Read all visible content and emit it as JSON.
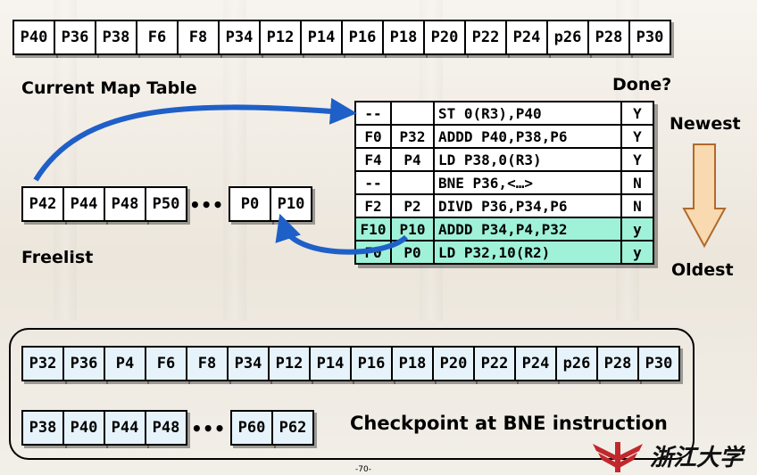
{
  "map_table": [
    "P40",
    "P36",
    "P38",
    "F6",
    "F8",
    "P34",
    "P12",
    "P14",
    "P16",
    "P18",
    "P20",
    "P22",
    "P24",
    "p26",
    "P28",
    "P30"
  ],
  "labels": {
    "current_map_table": "Current Map Table",
    "done": "Done?",
    "newest": "Newest",
    "oldest": "Oldest",
    "freelist": "Freelist",
    "checkpoint": "Checkpoint at BNE instruction",
    "page": "-70-"
  },
  "freelist": {
    "left": [
      "P42",
      "P44",
      "P48",
      "P50"
    ],
    "dots": "•••",
    "right": [
      "P0",
      "P10"
    ]
  },
  "rob": [
    {
      "c0": "--",
      "c1": "",
      "c2": "ST 0(R3),P40",
      "c3": "Y",
      "hl": false
    },
    {
      "c0": "F0",
      "c1": "P32",
      "c2": "ADDD P40,P38,P6",
      "c3": "Y",
      "hl": false
    },
    {
      "c0": "F4",
      "c1": "P4",
      "c2": "LD P38,0(R3)",
      "c3": "Y",
      "hl": false
    },
    {
      "c0": "--",
      "c1": "",
      "c2": "BNE P36,<…>",
      "c3": "N",
      "hl": false
    },
    {
      "c0": "F2",
      "c1": "P2",
      "c2": "DIVD P36,P34,P6",
      "c3": "N",
      "hl": false
    },
    {
      "c0": "F10",
      "c1": "P10",
      "c2": "ADDD P34,P4,P32",
      "c3": "y",
      "hl": true
    },
    {
      "c0": "F0",
      "c1": "P0",
      "c2": "LD P32,10(R2)",
      "c3": "y",
      "hl": true
    }
  ],
  "checkpoint_map": [
    "P32",
    "P36",
    "P4",
    "F6",
    "F8",
    "P34",
    "P12",
    "P14",
    "P16",
    "P18",
    "P20",
    "P22",
    "P24",
    "p26",
    "P28",
    "P30"
  ],
  "checkpoint_freelist": {
    "left": [
      "P38",
      "P40",
      "P44",
      "P48"
    ],
    "dots": "•••",
    "right": [
      "P60",
      "P62"
    ]
  },
  "logo_text": "浙江大学",
  "colors": {
    "arrow": "#1f5fc8",
    "highlight_row": "#9ff2d8",
    "checkpoint_cell": "#e6f3fb",
    "newest_arrow": "#f8d9b0"
  }
}
